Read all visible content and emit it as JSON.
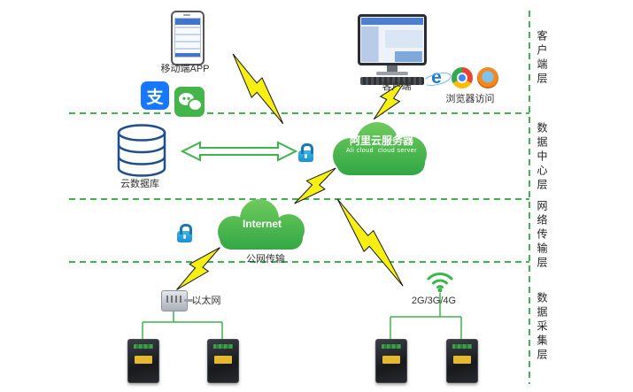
{
  "layers": [
    {
      "label": "客户端层"
    },
    {
      "label": "数据中心层"
    },
    {
      "label": "网络传输层"
    },
    {
      "label": "数据采集层"
    }
  ],
  "nodes": {
    "mobile_app": {
      "label": "移动端APP"
    },
    "client": {
      "label": "客户端"
    },
    "browser": {
      "label": "浏览器访问"
    },
    "cloud_db": {
      "label": "云数据库"
    },
    "ali_cloud": {
      "line1": "阿里云服务器",
      "line2": "Ali cloud  cloud server"
    },
    "internet": {
      "label": "Internet",
      "sublabel": "公网传输"
    },
    "ethernet": {
      "label": "以太网"
    },
    "cellular": {
      "label": "2G/3G/4G"
    }
  },
  "icons": {
    "alipay_glyph": "支",
    "ie_glyph": "e"
  },
  "colors": {
    "green": "#3cb54a",
    "cloud_green_light": "#72cc5e",
    "cloud_green_dark": "#2ea643",
    "lightning_yellow": "#f7ef13",
    "lock_blue": "#29abe2",
    "database_blue": "#1f4e8c",
    "alipay_blue": "#1678ff",
    "wechat_green": "#44b549"
  }
}
